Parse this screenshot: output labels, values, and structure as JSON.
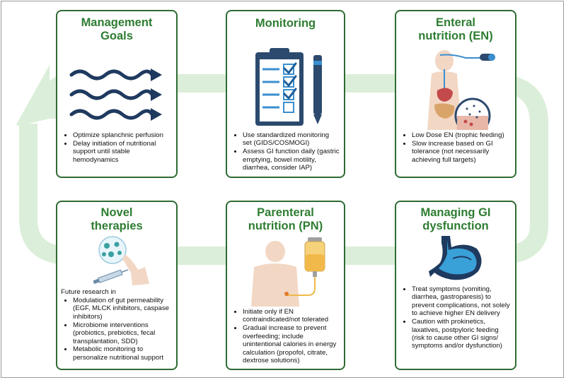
{
  "colors": {
    "title_green": "#2e7d32",
    "card_border": "#2e6b33",
    "loop_green": "#dbeed9",
    "wave_navy": "#1f3a5f"
  },
  "cards": {
    "management": {
      "title_line1": "Management",
      "title_line2": "Goals",
      "icon": "waves-icon",
      "bullets": [
        "Optimize splanchnic perfusion",
        "Delay initiation of nutritional support until stable hemodynamics"
      ]
    },
    "monitoring": {
      "title": "Monitoring",
      "icon": "clipboard-checklist-icon",
      "bullets": [
        "Use standardized monitoring set (GIDS/COSMOGI)",
        "Assess GI function daily (gastric emptying, bowel motility, diarrhea, consider IAP)"
      ]
    },
    "enteral": {
      "title_line1": "Enteral",
      "title_line2": "nutrition (EN)",
      "icon": "enteral-tube-body-icon",
      "bullets": [
        "Low Dose EN (trophic feeding)",
        "Slow increase based on GI tolerance (not necessarily achieving full targets)"
      ]
    },
    "novel": {
      "title_line1": "Novel",
      "title_line2": "therapies",
      "icon": "syringe-microbiome-icon",
      "intro": "Future research in",
      "bullets": [
        "Modulation of gut permeability (EGF, MLCK inhibitors, caspase inhibitors)",
        "Microbiome interventions (probiotics, prebiotics, fecal transplantation, SDD)",
        "Metabolic monitoring to personalize nutritional support"
      ]
    },
    "parenteral": {
      "title_line1": "Parenteral",
      "title_line2": "nutrition (PN)",
      "icon": "iv-bag-body-icon",
      "bullets": [
        "Initiate only if EN contraindicated/not tolerated",
        "Gradual increase to prevent overfeeding; include unintentional calories in energy calculation (propofol, citrate, dextrose solutions)"
      ]
    },
    "managing_gi": {
      "title_line1": "Managing GI",
      "title_line2": "dysfunction",
      "icon": "stomach-icon",
      "bullets": [
        "Treat symptoms (vomiting, diarrhea, gastroparesis) to prevent complications, not solely to achieve higher EN delivery",
        "Caution with prokinetics, laxatives, postpyloric feeding (risk to cause other GI signs/ symptoms and/or dysfunction)"
      ]
    }
  }
}
